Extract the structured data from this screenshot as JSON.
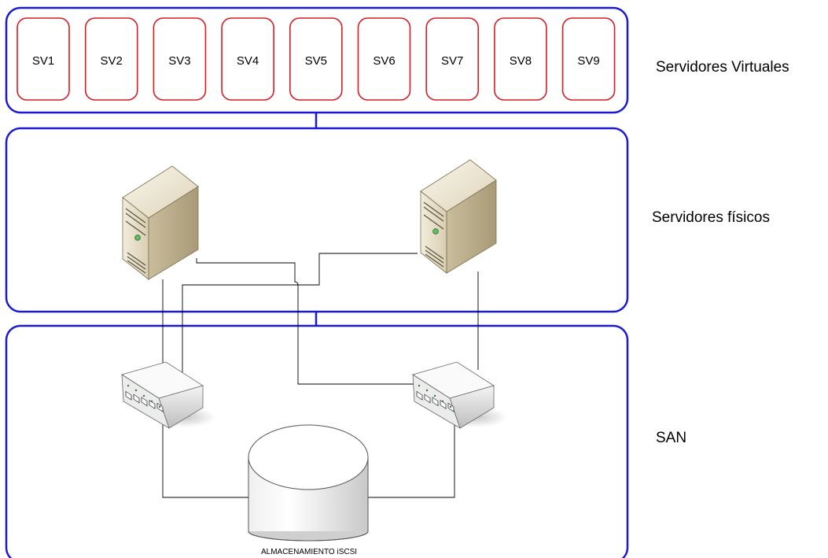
{
  "tiers": {
    "virtual": {
      "label": "Servidores Virtuales"
    },
    "physical": {
      "label": "Servidores físicos"
    },
    "san": {
      "label": "SAN"
    }
  },
  "virtual_servers": [
    "SV1",
    "SV2",
    "SV3",
    "SV4",
    "SV5",
    "SV6",
    "SV7",
    "SV8",
    "SV9"
  ],
  "storage": {
    "label": "ALMACENAMIENTO iSCSI"
  },
  "colors": {
    "tier_border": "#1a1ad6",
    "vm_border": "#d81c24",
    "server_body": "#e9e2cf",
    "server_shade": "#b9ad8e",
    "link": "#000000"
  }
}
